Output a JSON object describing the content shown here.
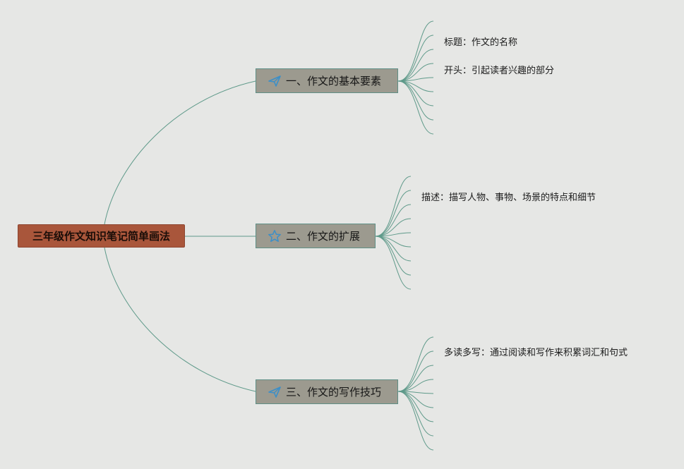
{
  "mindmap": {
    "root": {
      "label": "三年级作文知识笔记简单画法"
    },
    "branches": [
      {
        "label": "一、作文的基本要素",
        "icon": "paper-plane-icon",
        "leaves": [
          "标题：作文的名称",
          "开头：引起读者兴趣的部分"
        ]
      },
      {
        "label": "二、作文的扩展",
        "icon": "star-icon",
        "leaves": [
          "描述：描写人物、事物、场景的特点和细节"
        ]
      },
      {
        "label": "三、作文的写作技巧",
        "icon": "paper-plane-icon",
        "leaves": [
          "多读多写：通过阅读和写作来积累词汇和句式"
        ]
      }
    ]
  },
  "colors": {
    "background": "#e6e7e5",
    "root_fill": "#a9563b",
    "branch_fill": "#9c9a8f",
    "connector": "#5f9a8a",
    "icon": "#3d8fc7"
  }
}
